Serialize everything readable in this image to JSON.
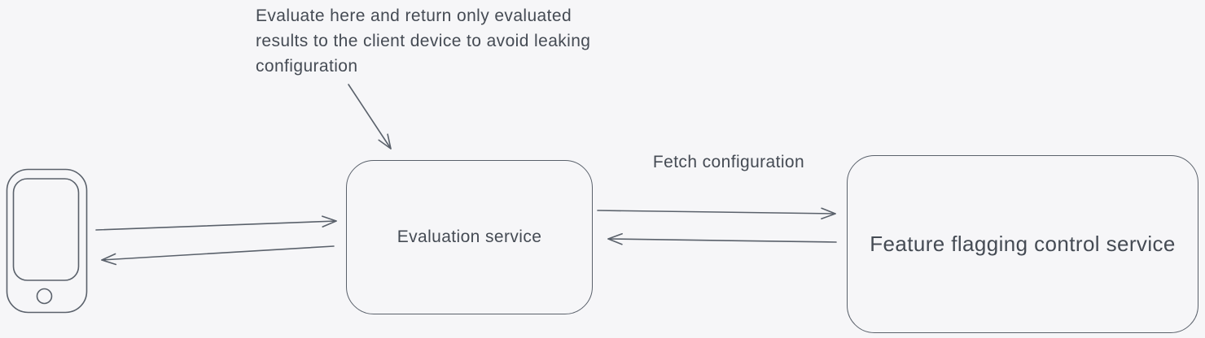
{
  "theme": {
    "bg": "#f6f6f8",
    "stroke": "#5a616b",
    "text": "#454b54"
  },
  "annotation": {
    "text": "Evaluate here and return only evaluated\nresults to the client device to avoid leaking\nconfiguration"
  },
  "nodes": {
    "client_device": {
      "icon": "phone-icon"
    },
    "evaluation_service": {
      "label": "Evaluation service"
    },
    "feature_flagging_control_service": {
      "label": "Feature flagging control service"
    }
  },
  "edges": {
    "client_to_evaluation": {
      "direction": "right"
    },
    "evaluation_to_client": {
      "direction": "left"
    },
    "evaluation_to_feature": {
      "direction": "right",
      "label": "Fetch configuration"
    },
    "feature_to_evaluation": {
      "direction": "left"
    },
    "annotation_to_evaluation": {
      "direction": "down-right"
    }
  }
}
